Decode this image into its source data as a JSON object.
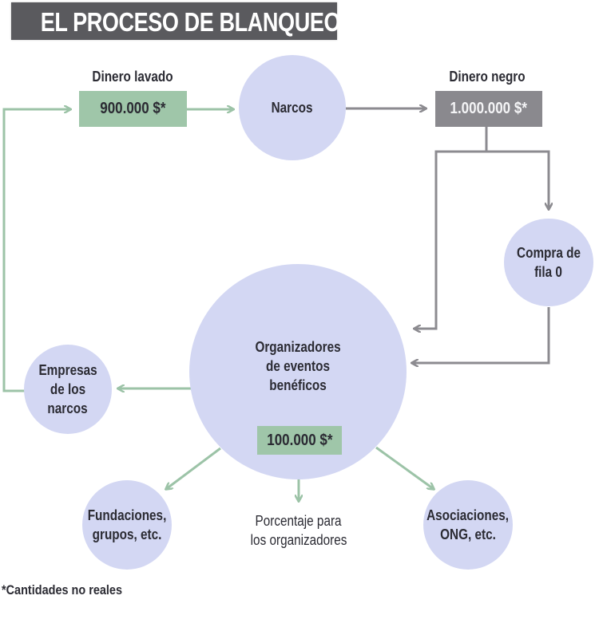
{
  "title": "EL PROCESO DE BLANQUEO",
  "nodes": {
    "dinero_lavado": {
      "label": "Dinero lavado",
      "amount": "900.000 $*"
    },
    "narcos": {
      "label": "Narcos"
    },
    "dinero_negro": {
      "label": "Dinero negro",
      "amount": "1.000.000 $*"
    },
    "compra_fila": {
      "line1": "Compra de",
      "line2": "fila 0"
    },
    "organizadores": {
      "line1": "Organizadores",
      "line2": "de eventos",
      "line3": "benéficos",
      "amount": "100.000 $*"
    },
    "empresas": {
      "line1": "Empresas",
      "line2": "de los",
      "line3": "narcos"
    },
    "fundaciones": {
      "line1": "Fundaciones,",
      "line2": "grupos, etc."
    },
    "porcentaje": {
      "line1": "Porcentaje para",
      "line2": "los organizadores"
    },
    "asociaciones": {
      "line1": "Asociaciones,",
      "line2": "ONG, etc."
    }
  },
  "footnote": "*Cantidades no reales",
  "colors": {
    "title_bg": "#5a5a5e",
    "circle": "#d3d7f3",
    "green_box": "#9fc6a9",
    "grey_box": "#8a898e",
    "green_arrow": "#9cc3a7",
    "grey_arrow": "#8c8b90"
  }
}
